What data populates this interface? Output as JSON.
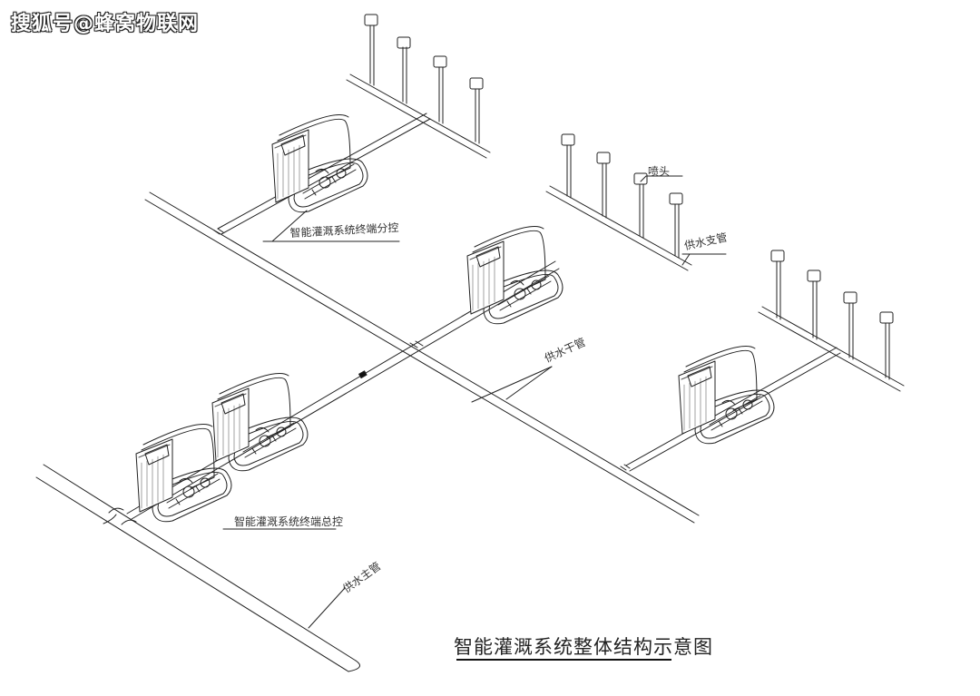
{
  "watermark": "搜狐号@蜂窝物联网",
  "labels": {
    "nozzle": "喷头",
    "branch_pipe": "供水支管",
    "terminal_branch_controller": "智能灌溉系统终端分控",
    "main_pipe": "供水干管",
    "terminal_master_controller": "智能灌溉系统终端总控",
    "supply_trunk_pipe": "供水主管"
  },
  "title": "智能灌溉系统整体结构示意图"
}
